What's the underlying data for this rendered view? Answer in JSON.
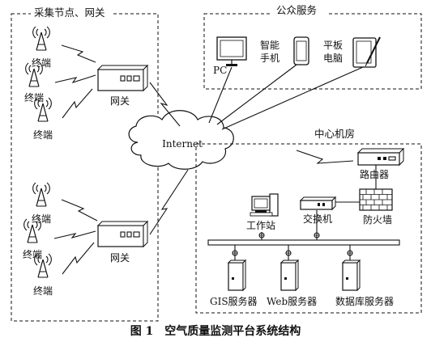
{
  "sections": {
    "collection": "采集节点、网关",
    "public": "公众服务",
    "center": "中心机房"
  },
  "network": "Internet",
  "labels": {
    "terminal": "终端",
    "gateway": "网关",
    "pc": "PC",
    "smartphone_line1": "智能",
    "smartphone_line2": "手机",
    "tablet_line1": "平板",
    "tablet_line2": "电脑",
    "router": "路由器",
    "workstation": "工作站",
    "switch": "交换机",
    "firewall": "防火墙",
    "gis_server": "GIS服务器",
    "web_server": "Web服务器",
    "db_server": "数据库服务器"
  },
  "caption": "图 1　空气质量监测平台系统结构"
}
